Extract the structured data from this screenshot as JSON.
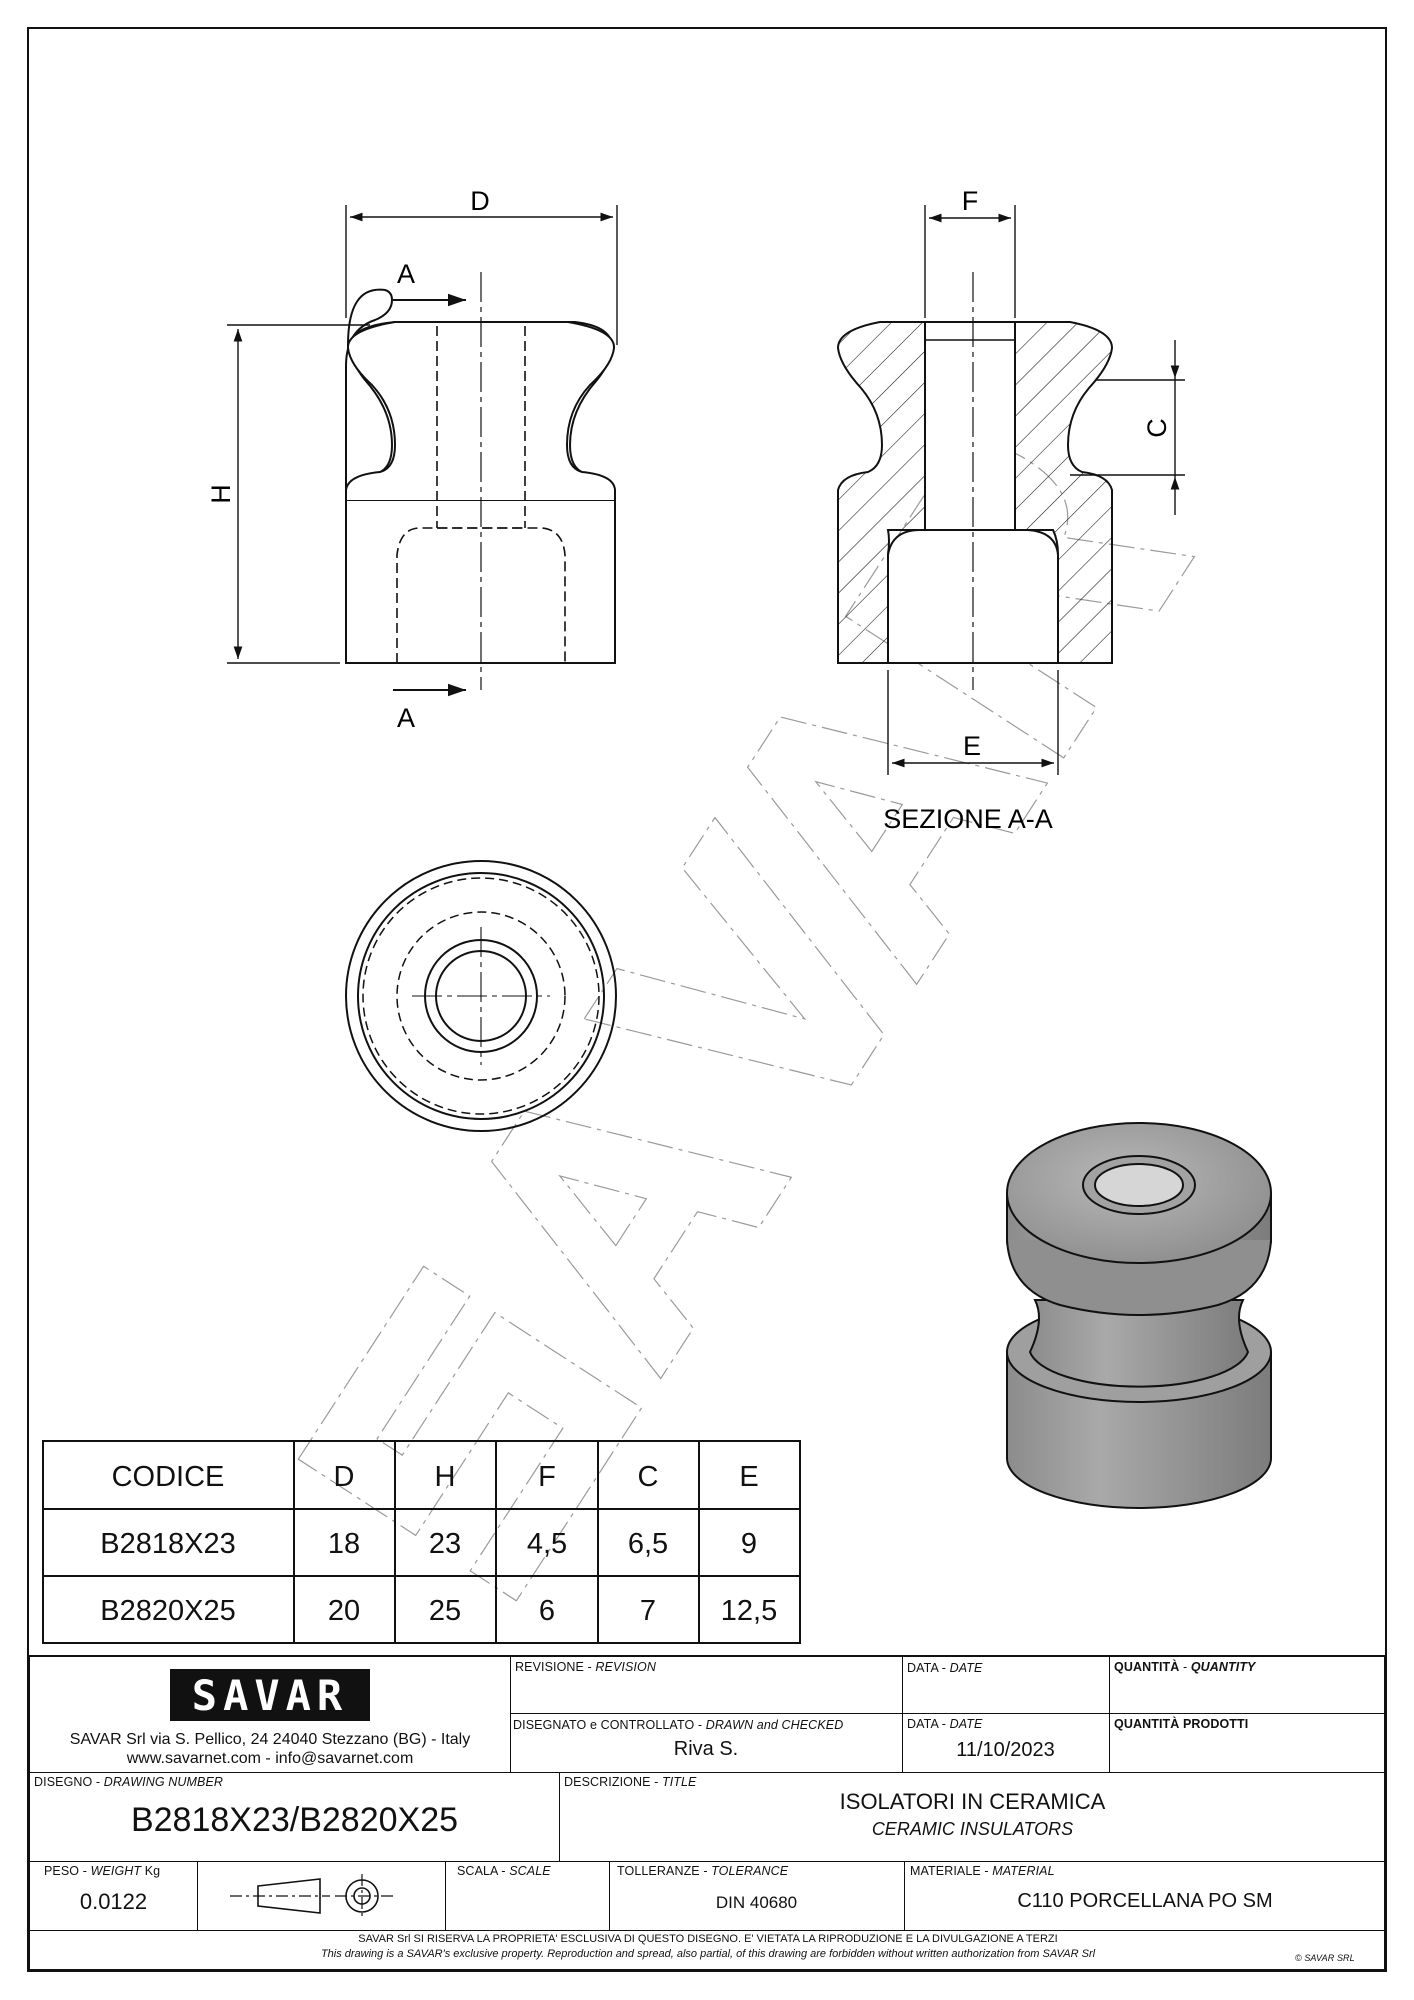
{
  "views": {
    "section_title": "SEZIONE A-A",
    "section_marker": "A",
    "dimensions": {
      "D": "D",
      "H": "H",
      "F": "F",
      "C": "C",
      "E": "E"
    }
  },
  "watermark": "SAVAR",
  "table": {
    "headers": [
      "CODICE",
      "D",
      "H",
      "F",
      "C",
      "E"
    ],
    "rows": [
      [
        "B2818X23",
        "18",
        "23",
        "4,5",
        "6,5",
        "9"
      ],
      [
        "B2820X25",
        "20",
        "25",
        "6",
        "7",
        "12,5"
      ]
    ]
  },
  "title_block": {
    "logo_text": "SAVAR",
    "company_line1": "SAVAR Srl via S. Pellico, 24  24040 Stezzano (BG) - Italy",
    "company_line2": "www.savarnet.com  -  info@savarnet.com",
    "revision_label": "REVISIONE",
    "revision_label_en": "REVISION",
    "date_label": "DATA",
    "date_label_en": "DATE",
    "quantity_label": "QUANTITÀ",
    "quantity_label_en": "QUANTITY",
    "drawn_label": "DISEGNATO e CONTROLLATO",
    "drawn_label_en": "DRAWN and CHECKED",
    "drawn_by": "Riva S.",
    "date2_label": "DATA",
    "date2_label_en": "DATE",
    "date_value": "11/10/2023",
    "qty_products_label": "QUANTITÀ  PRODOTTI",
    "drawing_number_label": "DISEGNO",
    "drawing_number_label_en": "DRAWING NUMBER",
    "drawing_number": "B2818X23/B2820X25",
    "description_label": "DESCRIZIONE",
    "description_label_en": "TITLE",
    "title_it": "ISOLATORI IN CERAMICA",
    "title_en": "CERAMIC INSULATORS",
    "weight_label": "PESO",
    "weight_label_en": "WEIGHT",
    "weight_unit": "Kg",
    "weight_value": "0.0122",
    "scale_label": "SCALA",
    "scale_label_en": "SCALE",
    "tolerance_label": "TOLLERANZE",
    "tolerance_label_en": "TOLERANCE",
    "tolerance_value": "DIN 40680",
    "material_label": "MATERIALE",
    "material_label_en": "MATERIAL",
    "material_value": "C110 PORCELLANA PO SM",
    "footer_it": "SAVAR Srl SI RISERVA LA PROPRIETA' ESCLUSIVA DI QUESTO DISEGNO. E' VIETATA LA RIPRODUZIONE E LA DIVULGAZIONE A TERZI",
    "footer_en": "This drawing is a SAVAR's exclusive property. Reproduction and spread, also partial, of this drawing are forbidden without written authorization from SAVAR Srl",
    "copyright": "© SAVAR SRL"
  }
}
